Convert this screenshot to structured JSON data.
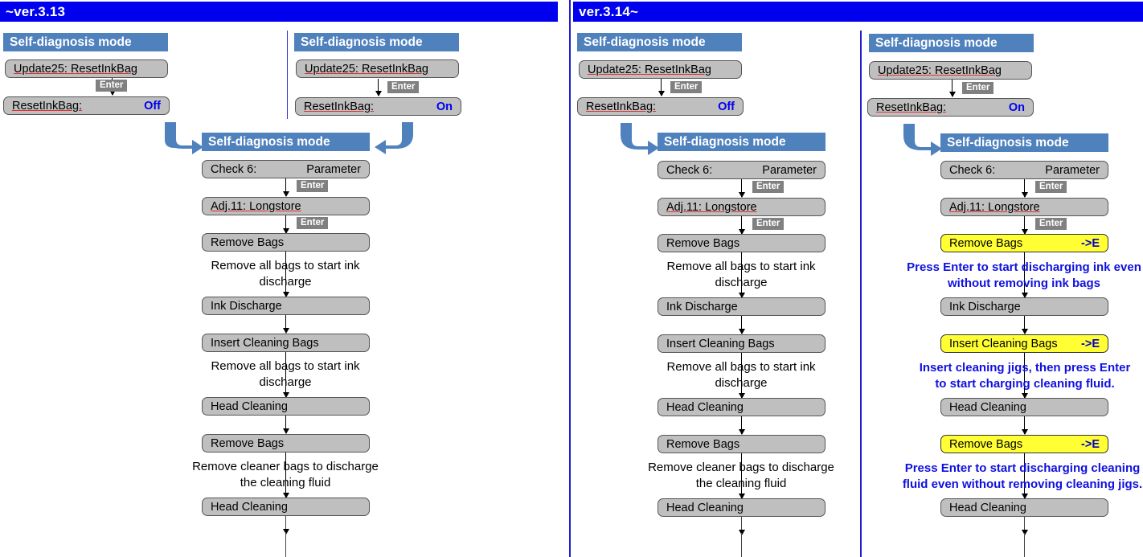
{
  "colors": {
    "banner": "#0000EE",
    "section_head": "#4F81BD",
    "lcd_gray": "#BFBFBF",
    "lcd_yellow": "#FFFF33",
    "enter_badge": "#808080",
    "value_blue": "#0000EE",
    "caption_blue": "#1010E0",
    "divider": "#1F1FD0"
  },
  "panels": {
    "left": {
      "title": "~ver.3.13"
    },
    "right": {
      "title": "ver.3.14~"
    }
  },
  "labels": {
    "self_diagnosis": "Self-diagnosis mode",
    "update25": "Update25: ResetInkBag",
    "reset_ink_bag": "ResetInkBag:",
    "off": "Off",
    "on": "On",
    "enter": "Enter",
    "check6_left": "Check  6:",
    "check6_right": "Parameter",
    "adj11": "Adj.11:  Longstore",
    "remove_bags": "Remove Bags",
    "ink_discharge": "Ink Discharge",
    "insert_cleaning_bags": "Insert Cleaning Bags",
    "head_cleaning": "Head Cleaning",
    "arrow_e": "->E"
  },
  "captions": {
    "remove_all_bags": "Remove all bags to start ink discharge",
    "remove_cleaner_bags": "Remove cleaner bags to discharge the cleaning fluid",
    "press_enter_ink": "Press Enter to start discharging ink even without removing ink bags",
    "insert_jigs": "Insert cleaning jigs, then press Enter to start charging cleaning fluid.",
    "press_enter_cleaning": "Press Enter to start discharging cleaning fluid even without removing cleaning jigs."
  },
  "columns": {
    "col1": {
      "name": "ver313-off-column",
      "head": "Self-diagnosis mode",
      "rows": [
        {
          "text": "Update25: ResetInkBag",
          "value": ""
        },
        {
          "text": "ResetInkBag:",
          "value": "Off"
        }
      ]
    },
    "col2": {
      "name": "ver313-on-column",
      "head": "Self-diagnosis mode",
      "rows": [
        {
          "text": "Update25: ResetInkBag",
          "value": ""
        },
        {
          "text": "ResetInkBag:",
          "value": "On"
        }
      ]
    },
    "col_main_313": {
      "name": "ver313-flow-column",
      "head": "Self-diagnosis mode",
      "steps": [
        {
          "text": "Check  6:",
          "value": "Parameter",
          "style": "gray"
        },
        {
          "text": "Adj.11:  Longstore",
          "value": "",
          "style": "gray"
        },
        {
          "text": "Remove Bags",
          "value": "",
          "style": "gray"
        },
        {
          "text": "Ink Discharge",
          "value": "",
          "style": "gray"
        },
        {
          "text": "Insert Cleaning Bags",
          "value": "",
          "style": "gray"
        },
        {
          "text": "Head Cleaning",
          "value": "",
          "style": "gray"
        },
        {
          "text": "Remove Bags",
          "value": "",
          "style": "gray"
        },
        {
          "text": "Head Cleaning",
          "value": "",
          "style": "gray"
        }
      ]
    },
    "col3": {
      "name": "ver314-off-column",
      "head": "Self-diagnosis mode",
      "rows": [
        {
          "text": "Update25: ResetInkBag",
          "value": ""
        },
        {
          "text": "ResetInkBag:",
          "value": "Off"
        }
      ]
    },
    "col4": {
      "name": "ver314-on-column",
      "head": "Self-diagnosis mode",
      "rows": [
        {
          "text": "Update25: ResetInkBag",
          "value": ""
        },
        {
          "text": "ResetInkBag:",
          "value": "On"
        }
      ]
    },
    "col_main_314_off": {
      "name": "ver314-off-flow-column",
      "head": "Self-diagnosis mode",
      "steps": [
        {
          "text": "Check  6:",
          "value": "Parameter",
          "style": "gray"
        },
        {
          "text": "Adj.11:  Longstore",
          "value": "",
          "style": "gray"
        },
        {
          "text": "Remove Bags",
          "value": "",
          "style": "gray"
        },
        {
          "text": "Ink Discharge",
          "value": "",
          "style": "gray"
        },
        {
          "text": "Insert Cleaning Bags",
          "value": "",
          "style": "gray"
        },
        {
          "text": "Head Cleaning",
          "value": "",
          "style": "gray"
        },
        {
          "text": "Remove Bags",
          "value": "",
          "style": "gray"
        },
        {
          "text": "Head Cleaning",
          "value": "",
          "style": "gray"
        }
      ]
    },
    "col_main_314_on": {
      "name": "ver314-on-flow-column",
      "head": "Self-diagnosis mode",
      "steps": [
        {
          "text": "Check  6:",
          "value": "Parameter",
          "style": "gray"
        },
        {
          "text": "Adj.11:  Longstore",
          "value": "",
          "style": "gray"
        },
        {
          "text": "Remove Bags",
          "value": "->E",
          "style": "yellow"
        },
        {
          "text": "Ink Discharge",
          "value": "",
          "style": "gray"
        },
        {
          "text": "Insert Cleaning Bags",
          "value": "->E",
          "style": "yellow"
        },
        {
          "text": "Head Cleaning",
          "value": "",
          "style": "gray"
        },
        {
          "text": "Remove Bags",
          "value": "->E",
          "style": "yellow"
        },
        {
          "text": "Head Cleaning",
          "value": "",
          "style": "gray"
        }
      ]
    }
  }
}
